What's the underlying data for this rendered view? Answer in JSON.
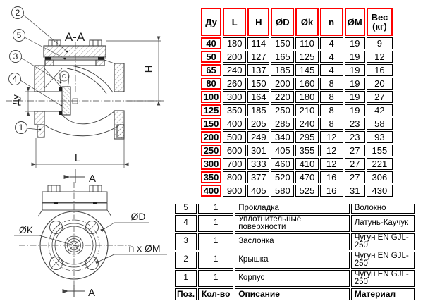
{
  "colors": {
    "line": "#3f3f3f",
    "red_border": "#ff0000",
    "black_border": "#000000",
    "background": "#ffffff"
  },
  "drawing": {
    "section_title": "A-A",
    "section_arrow": "A",
    "dim_height": "H",
    "dim_length": "L",
    "dim_nominal": "Ду",
    "dim_bolt_circle": "ØK",
    "dim_outer_diameter": "ØD",
    "dim_bolt_holes": "n x ØM",
    "balloons": {
      "b1": "1",
      "b2": "2",
      "b3": "3",
      "b4": "4",
      "b5": "5"
    }
  },
  "dimension_table": {
    "headers": [
      "Ду",
      "L",
      "H",
      "ØD",
      "Øk",
      "n",
      "ØM",
      {
        "line1": "Вес",
        "line2": "(кг)"
      }
    ],
    "rows": [
      [
        "40",
        "180",
        "114",
        "150",
        "110",
        "4",
        "19",
        "9"
      ],
      [
        "50",
        "200",
        "127",
        "165",
        "125",
        "4",
        "19",
        "12"
      ],
      [
        "65",
        "240",
        "137",
        "185",
        "145",
        "4",
        "19",
        "16"
      ],
      [
        "80",
        "260",
        "150",
        "200",
        "160",
        "8",
        "19",
        "20"
      ],
      [
        "100",
        "300",
        "164",
        "220",
        "180",
        "8",
        "19",
        "27"
      ],
      [
        "125",
        "350",
        "185",
        "250",
        "210",
        "8",
        "19",
        "42"
      ],
      [
        "150",
        "400",
        "205",
        "285",
        "240",
        "8",
        "23",
        "58"
      ],
      [
        "200",
        "500",
        "249",
        "340",
        "295",
        "12",
        "23",
        "93"
      ],
      [
        "250",
        "600",
        "301",
        "405",
        "355",
        "12",
        "27",
        "155"
      ],
      [
        "300",
        "700",
        "333",
        "460",
        "410",
        "12",
        "27",
        "221"
      ],
      [
        "350",
        "800",
        "377",
        "520",
        "470",
        "16",
        "27",
        "306"
      ],
      [
        "400",
        "900",
        "405",
        "580",
        "525",
        "16",
        "31",
        "430"
      ]
    ]
  },
  "parts_table": {
    "rows": [
      [
        "5",
        "1",
        "Прокладка",
        "Волокно"
      ],
      [
        "4",
        "1",
        "Уплотнительные поверхности",
        "Латунь-Каучук"
      ],
      [
        "3",
        "1",
        "Заслонка",
        "Чугун EN GJL-250"
      ],
      [
        "2",
        "1",
        "Крышка",
        "Чугун EN GJL-250"
      ],
      [
        "1",
        "1",
        "Корпус",
        "Чугун EN GJL-250"
      ]
    ],
    "footer": [
      "Поз.",
      "Кол-во",
      "Описание",
      "Материал"
    ]
  }
}
